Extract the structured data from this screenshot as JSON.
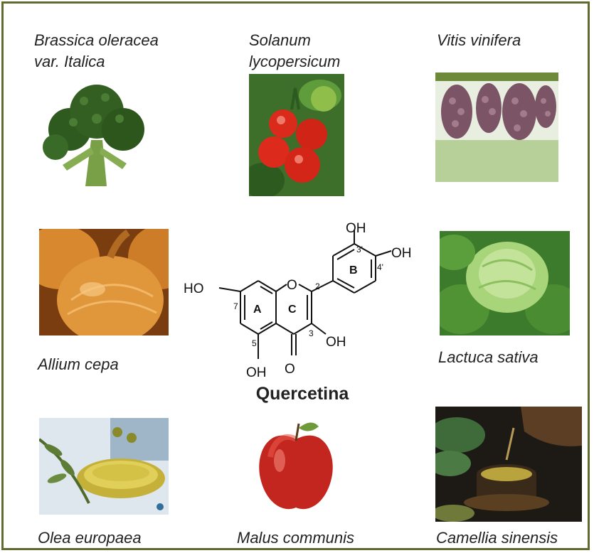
{
  "plants": [
    {
      "name_line1": "Brassica oleracea",
      "name_line2": "var. Italica",
      "icon": "broccoli-icon"
    },
    {
      "name_line1": "Solanum",
      "name_line2": "lycopersicum",
      "icon": "tomato-icon"
    },
    {
      "name_line1": "Vitis vinifera",
      "name_line2": "",
      "icon": "grapes-icon"
    },
    {
      "name_line1": "Allium cepa",
      "name_line2": "",
      "icon": "onion-icon"
    },
    {
      "name_line1": "Lactuca sativa",
      "name_line2": "",
      "icon": "lettuce-icon"
    },
    {
      "name_line1": "Olea europaea",
      "name_line2": "",
      "icon": "olive-oil-icon"
    },
    {
      "name_line1": "Malus communis",
      "name_line2": "",
      "icon": "apple-icon"
    },
    {
      "name_line1": "Camellia sinensis",
      "name_line2": "",
      "icon": "tea-icon"
    }
  ],
  "molecule": {
    "name": "Quercetina",
    "labels": {
      "oh_top": "OH",
      "oh_right": "OH",
      "ho_left": "HO",
      "oh_3": "OH",
      "oh_bottom": "OH",
      "o_ring": "O",
      "o_carbonyl": "O",
      "ring_a": "A",
      "ring_b": "B",
      "ring_c": "C",
      "pos_2": "2",
      "pos_3": "3",
      "pos_5": "5",
      "pos_7": "7",
      "pos_3p": "3'",
      "pos_4p": "4'"
    }
  },
  "colors": {
    "frame": "#5f6b2f"
  }
}
